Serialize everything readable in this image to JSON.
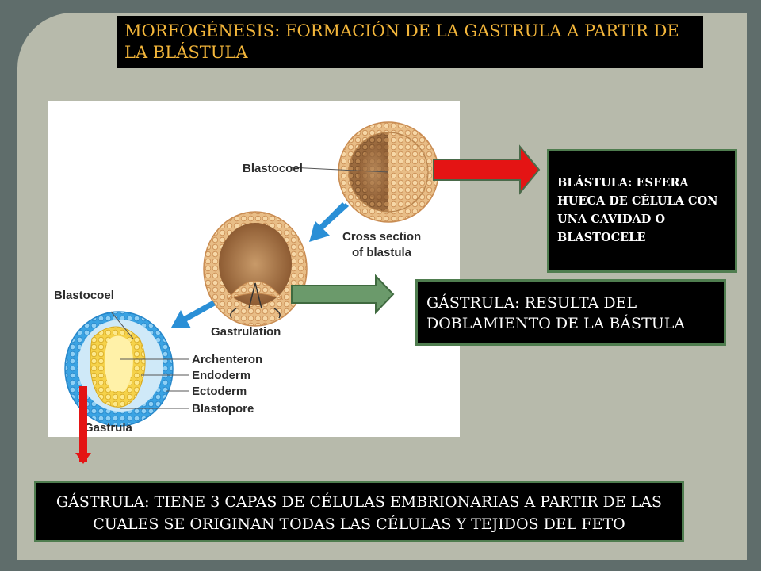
{
  "title": "MORFOGÉNESIS: FORMACIÓN DE LA GASTRULA A PARTIR DE LA BLÁSTULA",
  "notes": {
    "blastula": "BLÁSTULA: ESFERA HUECA DE CÉLULA CON UNA CAVIDAD O BLASTOCELE",
    "gastrula_folding": "GÁSTRULA: RESULTA DEL DOBLAMIENTO DE LA BÁSTULA",
    "gastrula_layers": "GÁSTRULA: TIENE 3 CAPAS DE CÉLULAS EMBRIONARIAS A PARTIR DE LAS CUALES SE ORIGINAN TODAS LAS CÉLULAS Y TEJIDOS DEL FETO"
  },
  "diagram": {
    "labels": {
      "blastocoel_top": "Blastocoel",
      "cross_section_1": "Cross section",
      "cross_section_2": "of blastula",
      "gastrulation": "Gastrulation",
      "blastocoel_left": "Blastocoel",
      "archenteron": "Archenteron",
      "endoderm": "Endoderm",
      "ectoderm": "Ectoderm",
      "blastopore": "Blastopore",
      "gastrula": "Gastrula"
    }
  },
  "colors": {
    "title_text": "#f2b53a",
    "box_border": "#4f7d4f",
    "arrow_red": "#e41414",
    "arrow_green": "#6b9a6b",
    "diagram_arrow": "#2a8fd6"
  }
}
